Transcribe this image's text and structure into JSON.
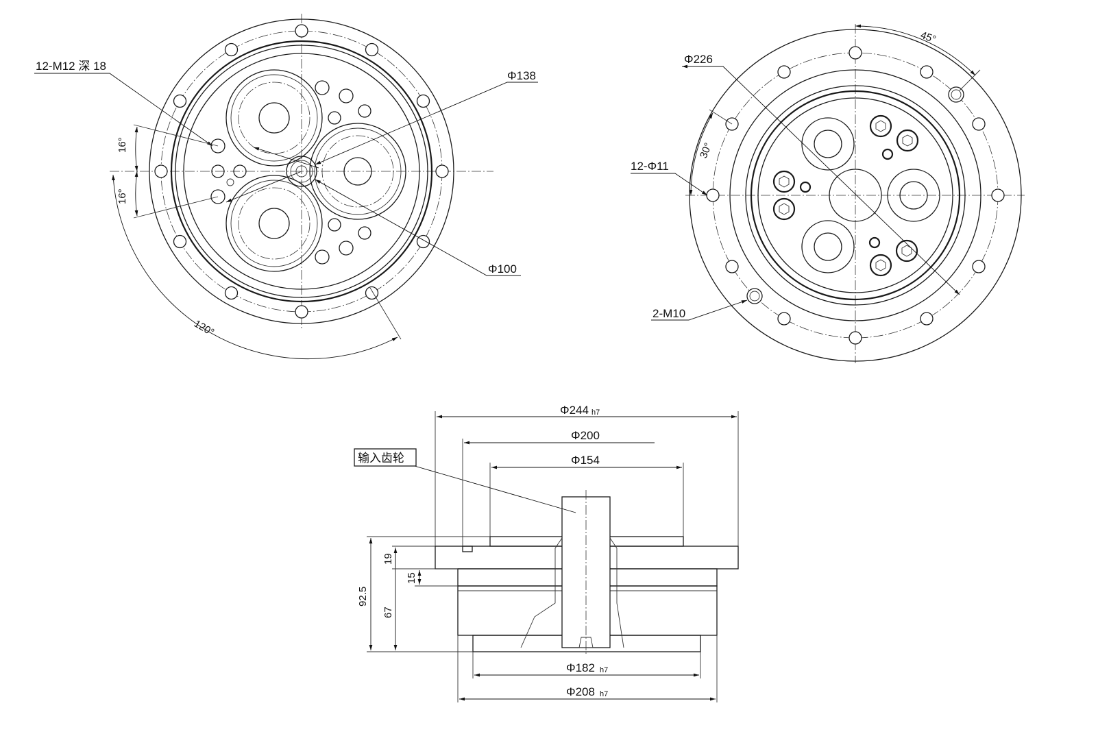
{
  "front_view": {
    "callouts": {
      "thread": "12-M12 深 18",
      "d138": "Φ138",
      "d100": "Φ100"
    },
    "angles": {
      "a16_upper": "16°",
      "a16_lower": "16°",
      "a120": "120°"
    }
  },
  "rear_view": {
    "callouts": {
      "d226": "Φ226",
      "holes": "12-Φ11",
      "thread": "2-M10"
    },
    "angles": {
      "a45": "45°",
      "a30": "30°"
    }
  },
  "side_view": {
    "diameters": {
      "d244": "Φ244",
      "d244_tol": "h7",
      "d200": "Φ200",
      "d154": "Φ154",
      "d182": "Φ182",
      "d182_tol": "h7",
      "d208": "Φ208",
      "d208_tol": "h7"
    },
    "heights": {
      "h92_5": "92.5",
      "h67": "67",
      "h19": "19",
      "h15": "15"
    },
    "input_gear_label": "输入齿轮"
  }
}
